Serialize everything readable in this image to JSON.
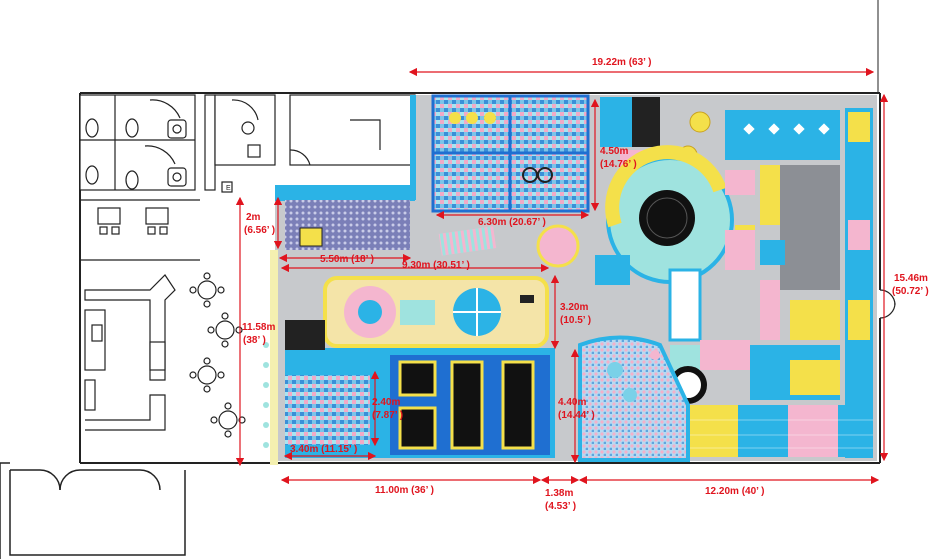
{
  "dimensions": {
    "top_total": "19.22m  (63’ )",
    "ball_pit_width": "6.30m  (20.67’ )",
    "ball_pit_height_m": "4.50m",
    "ball_pit_height_ft": "(14.76’ )",
    "left_2m": "2m",
    "left_2m_ft": "(6.56’ )",
    "toddler_width": "5.50m  (18’ )",
    "mid_width": "9.30m  (30.51’ )",
    "left_11m": "11.58m",
    "left_11m_ft": "(38’ )",
    "mid_height_m": "3.20m",
    "mid_height_ft": "(10.5’ )",
    "small_pit_h_m": "2.40m",
    "small_pit_h_ft": "(7.87’ )",
    "small_pit_w": "3.40m  (11.15’ )",
    "trampoline_h_m": "4.40m",
    "trampoline_h_ft": "(14.44’ )",
    "right_total_m": "15.46m",
    "right_total_ft": "(50.72’ )",
    "bottom_left": "11.00m  (36’ )",
    "bottom_mid_m": "1.38m",
    "bottom_mid_ft": "(4.53’ )",
    "bottom_right": "12.20m  (40’ )"
  },
  "colors": {
    "dimension": "#e0141e",
    "floor": "#c7c9cc",
    "wall": "#222222",
    "cyan": "#2bb3e6",
    "blue": "#1f6fd1",
    "pink": "#f4b6cf",
    "yellow": "#f4e04a",
    "mint": "#9fe3df",
    "black": "#1a1a1a"
  }
}
